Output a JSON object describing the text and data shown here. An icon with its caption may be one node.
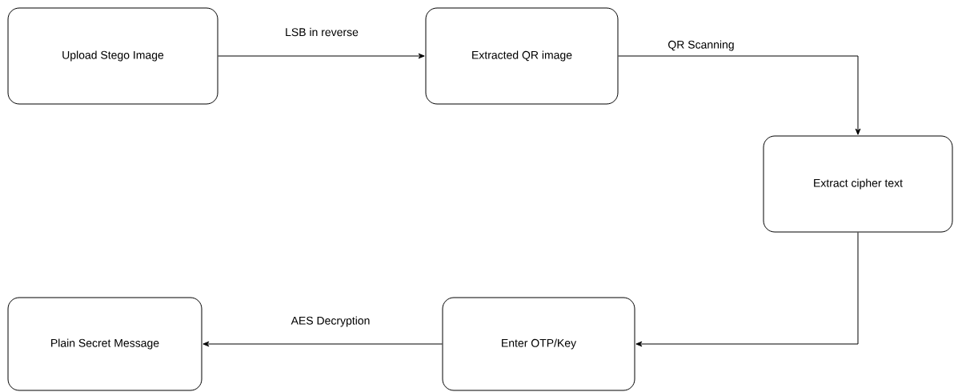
{
  "diagram": {
    "nodes": [
      {
        "text": [
          "Upload Stego Image"
        ]
      },
      {
        "text": [
          "Extracted QR image"
        ]
      },
      {
        "text": [
          "Extract cipher text"
        ]
      },
      {
        "text": [
          "Enter OTP/Key"
        ]
      },
      {
        "text": [
          "Plain Secret Message"
        ]
      }
    ],
    "edges": [
      {
        "from": 0,
        "to": 1,
        "arrow": "to",
        "label": "LSB in reverse"
      },
      {
        "from": 1,
        "to": 2,
        "arrow": "to",
        "label": "QR Scanning"
      },
      {
        "from": 2,
        "to": 3,
        "arrow": "to"
      },
      {
        "from": 3,
        "to": 4,
        "arrow": "to",
        "label": "AES Decryption"
      }
    ]
  }
}
